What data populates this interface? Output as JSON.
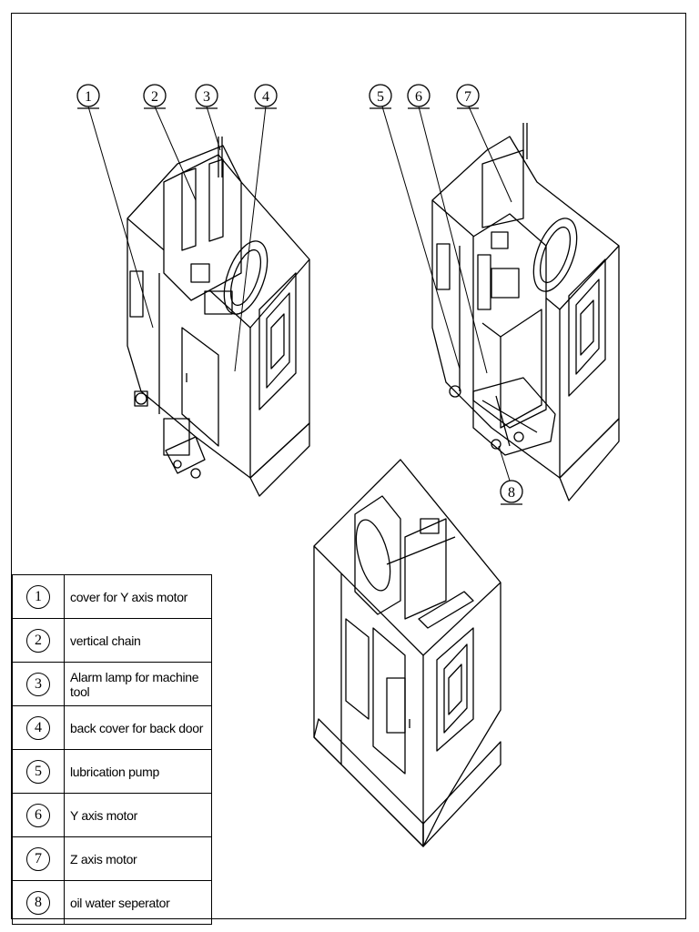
{
  "callouts": [
    {
      "number": "1",
      "label": "cover for Y axis motor"
    },
    {
      "number": "2",
      "label": "vertical chain"
    },
    {
      "number": "3",
      "label": "Alarm lamp for machine tool"
    },
    {
      "number": "4",
      "label": "back cover for back door"
    },
    {
      "number": "5",
      "label": "lubrication pump"
    },
    {
      "number": "6",
      "label": "Y axis motor"
    },
    {
      "number": "7",
      "label": "Z axis motor"
    },
    {
      "number": "8",
      "label": "oil water seperator"
    }
  ]
}
